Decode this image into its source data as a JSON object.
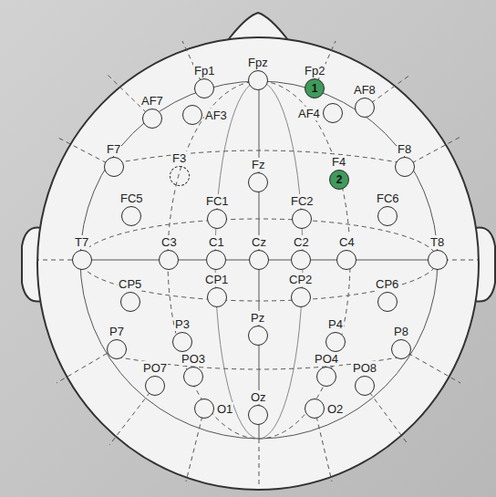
{
  "diagram": {
    "nodes": [
      {
        "text": [
          "Fp1"
        ]
      },
      {
        "text": [
          "Fpz"
        ]
      },
      {
        "text": [
          "Fp2",
          "1"
        ]
      },
      {
        "text": [
          "AF7"
        ]
      },
      {
        "text": [
          "AF3"
        ]
      },
      {
        "text": [
          "AF4"
        ]
      },
      {
        "text": [
          "AF8"
        ]
      },
      {
        "text": [
          "F7"
        ]
      },
      {
        "text": [
          "F3"
        ]
      },
      {
        "text": [
          "Fz"
        ]
      },
      {
        "text": [
          "F4",
          "2"
        ]
      },
      {
        "text": [
          "F8"
        ]
      },
      {
        "text": [
          "FC5"
        ]
      },
      {
        "text": [
          "FC1"
        ]
      },
      {
        "text": [
          "FC2"
        ]
      },
      {
        "text": [
          "FC6"
        ]
      },
      {
        "text": [
          "T7"
        ]
      },
      {
        "text": [
          "C3"
        ]
      },
      {
        "text": [
          "C1"
        ]
      },
      {
        "text": [
          "Cz"
        ]
      },
      {
        "text": [
          "C2"
        ]
      },
      {
        "text": [
          "C4"
        ]
      },
      {
        "text": [
          "T8"
        ]
      },
      {
        "text": [
          "CP5"
        ]
      },
      {
        "text": [
          "CP1"
        ]
      },
      {
        "text": [
          "CP2"
        ]
      },
      {
        "text": [
          "CP6"
        ]
      },
      {
        "text": [
          "P7"
        ]
      },
      {
        "text": [
          "P3"
        ]
      },
      {
        "text": [
          "Pz"
        ]
      },
      {
        "text": [
          "P4"
        ]
      },
      {
        "text": [
          "P8"
        ]
      },
      {
        "text": [
          "PO7"
        ]
      },
      {
        "text": [
          "PO3"
        ]
      },
      {
        "text": [
          "PO4"
        ]
      },
      {
        "text": [
          "PO8"
        ]
      },
      {
        "text": [
          "O1"
        ]
      },
      {
        "text": [
          "Oz"
        ]
      },
      {
        "text": [
          "O2"
        ]
      }
    ]
  }
}
